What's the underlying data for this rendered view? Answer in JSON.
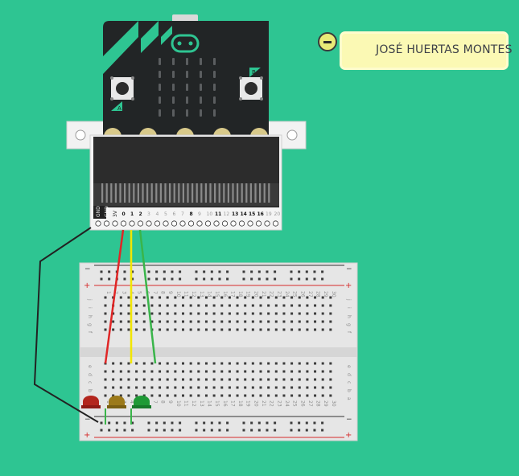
{
  "note": {
    "text": "JOSÉ HUERTAS MONTES",
    "button_icon": "minus-icon"
  },
  "microbit": {
    "button_a": "A",
    "button_b": "B",
    "edge_labels": [
      "GND",
      "GND",
      "3V",
      "0",
      "1",
      "2",
      "3",
      "4",
      "5",
      "6",
      "7",
      "8",
      "9",
      "10",
      "11",
      "12",
      "13",
      "14",
      "15",
      "16",
      "19",
      "20"
    ]
  },
  "breadboard": {
    "row_letters_top": [
      "j",
      "i",
      "h",
      "g",
      "f"
    ],
    "row_letters_bottom": [
      "e",
      "d",
      "c",
      "b",
      "a"
    ],
    "columns": [
      "1",
      "2",
      "3",
      "4",
      "5",
      "6",
      "7",
      "8",
      "9",
      "10",
      "11",
      "12",
      "13",
      "14",
      "15",
      "16",
      "17",
      "18",
      "19",
      "20",
      "21",
      "22",
      "23",
      "24",
      "25",
      "26",
      "27",
      "28",
      "29",
      "30"
    ],
    "rail_minus": "−",
    "rail_plus": "+"
  },
  "colors": {
    "background": "#2ec592",
    "wire_red": "#e02626",
    "wire_yellow": "#f2e600",
    "wire_green": "#39b54a",
    "wire_black": "#222222",
    "led_red": "#b3261e",
    "led_yellow": "#9c7a1a",
    "led_green": "#1f9a36"
  }
}
